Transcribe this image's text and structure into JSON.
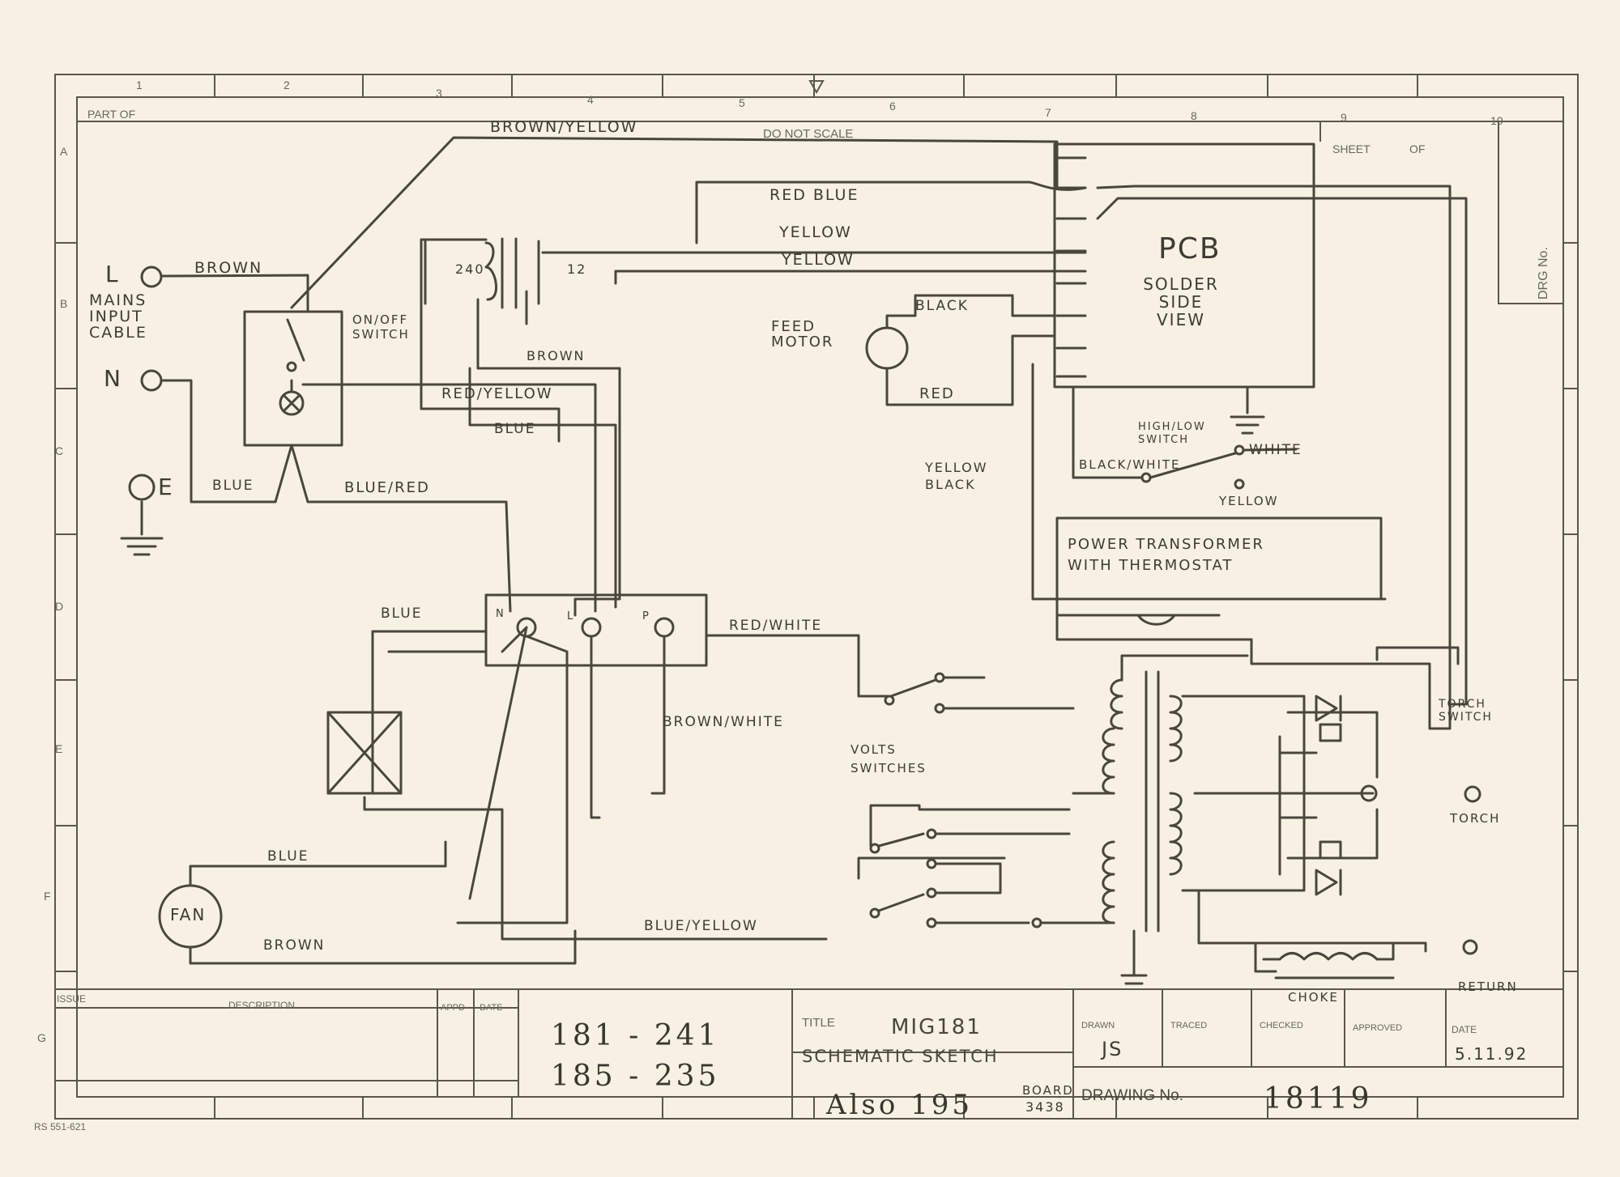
{
  "frame": {
    "col_numbers": [
      "1",
      "2",
      "3",
      "4",
      "5",
      "6",
      "7",
      "8",
      "9",
      "10"
    ],
    "row_letters": [
      "A",
      "B",
      "C",
      "D",
      "E",
      "F",
      "G"
    ],
    "part_of": "PART OF",
    "do_not_scale": "DO NOT SCALE",
    "sheet": "SHEET",
    "of": "OF",
    "drg_no": "DRG No."
  },
  "labels": {
    "brown_yellow_top": "BROWN/YELLOW",
    "red_blue": "RED BLUE",
    "yellow_1": "YELLOW",
    "yellow_2": "YELLOW",
    "brown_mains": "BROWN",
    "l_terminal": "L",
    "n_terminal": "N",
    "e_terminal": "E",
    "mains_input_cable": "MAINS INPUT CABLE",
    "on_off_switch": "ON/OFF SWITCH",
    "tx_240": "240",
    "tx_12": "12",
    "brown_mid": "BROWN",
    "red_yellow": "RED/YELLOW",
    "blue_mid": "BLUE",
    "blue_e": "BLUE",
    "blue_red": "BLUE/RED",
    "feed_motor": "FEED MOTOR",
    "black_motor": "BLACK",
    "red_motor": "RED",
    "pcb": "PCB",
    "solder_side_view": "SOLDER SIDE VIEW",
    "high_low_switch": "HIGH/LOW SWITCH",
    "white": "WHITE",
    "black_white": "BLACK/WHITE",
    "yellow_hl": "YELLOW",
    "yellow_black": "YELLOW BLACK",
    "power_transformer": "POWER TRANSFORMER WITH THERMOSTAT",
    "blue_left": "BLUE",
    "term_n": "N",
    "term_l": "L",
    "term_p": "P",
    "red_white": "RED/WHITE",
    "brown_white": "BROWN/WHITE",
    "volts_switches": "VOLTS SWITCHES",
    "blue_fan": "BLUE",
    "fan": "FAN",
    "brown_fan": "BROWN",
    "blue_yellow": "BLUE/YELLOW",
    "torch_switch": "TORCH SWITCH",
    "torch": "TORCH",
    "return": "RETURN",
    "choke": "CHOKE"
  },
  "title_block": {
    "issue": "ISSUE",
    "description": "DESCRIPTION",
    "appd": "APPD",
    "date_col": "DATE",
    "model_line1": "181 - 241",
    "model_line2": "185 - 235",
    "title_label": "TITLE",
    "title_name": "MIG181",
    "title_sub": "SCHEMATIC SKETCH",
    "also": "Also 195",
    "board": "BOARD",
    "board_no": "3438",
    "drawn": "DRAWN",
    "drawn_by": "JS",
    "traced": "TRACED",
    "checked": "CHECKED",
    "approved": "APPROVED",
    "date_label": "DATE",
    "date_value": "5.11.92",
    "drawing_no_label": "DRAWING No.",
    "drawing_no": "18119",
    "form_ref": "RS 551-621"
  }
}
